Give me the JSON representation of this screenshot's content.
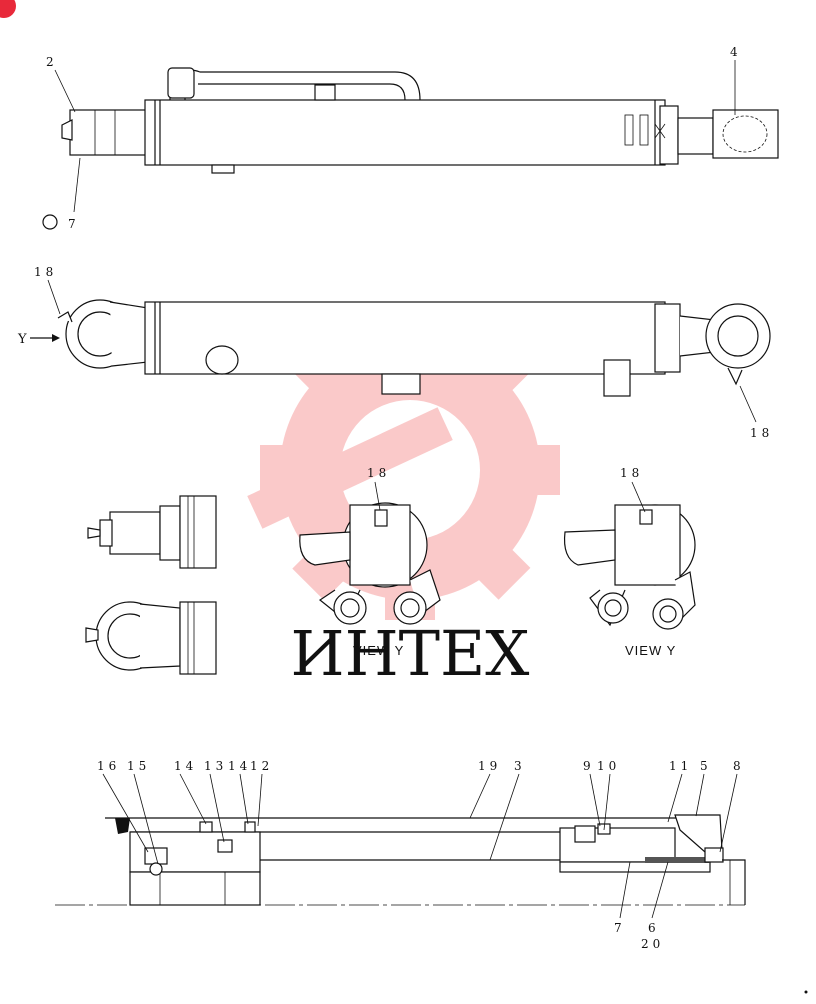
{
  "labels": {
    "top": {
      "l2": "2",
      "l4": "4",
      "l7": "7"
    },
    "side": {
      "l18a": "18",
      "l18b": "18",
      "y_arrow": "Y"
    },
    "views": {
      "l18c": "18",
      "l18d": "18",
      "view_y_1": "VIEW Y",
      "view_y_2": "VIEW Y"
    },
    "section": {
      "l16": "16",
      "l15": "15",
      "l14": "14",
      "l13": "13",
      "l14b": "14",
      "l12": "12",
      "l19": "19",
      "l3": "3",
      "l9": "9",
      "l10": "10",
      "l11": "11",
      "l5": "5",
      "l8": "8",
      "l7": "7",
      "l6": "6",
      "l20": "20"
    }
  },
  "watermark": {
    "text": "ИНТЕХ",
    "color": "#f3a3a3"
  },
  "corner_badge": {
    "color": "#e8293a"
  }
}
